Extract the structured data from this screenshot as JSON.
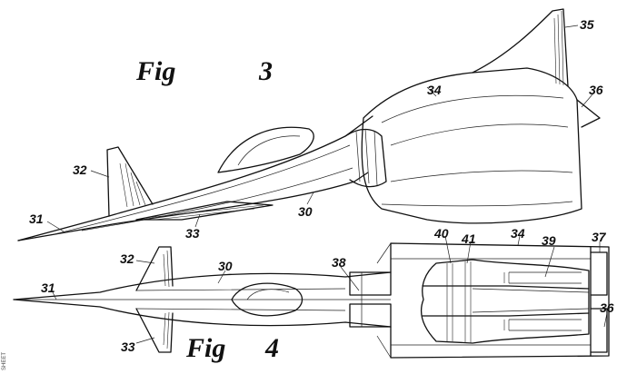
{
  "figures": [
    {
      "title_word": "Fig",
      "number": "3",
      "labels": {
        "l30": "30",
        "l31": "31",
        "l32": "32",
        "l33": "33",
        "l34": "34",
        "l35": "35",
        "l36": "36"
      }
    },
    {
      "title_word": "Fig",
      "number": "4",
      "labels": {
        "l30": "30",
        "l31": "31",
        "l32": "32",
        "l33": "33",
        "l34": "34",
        "l36": "36",
        "l37": "37",
        "l38": "38",
        "l39": "39",
        "l40": "40",
        "l41": "41"
      }
    }
  ],
  "margin_text": "SHEET"
}
